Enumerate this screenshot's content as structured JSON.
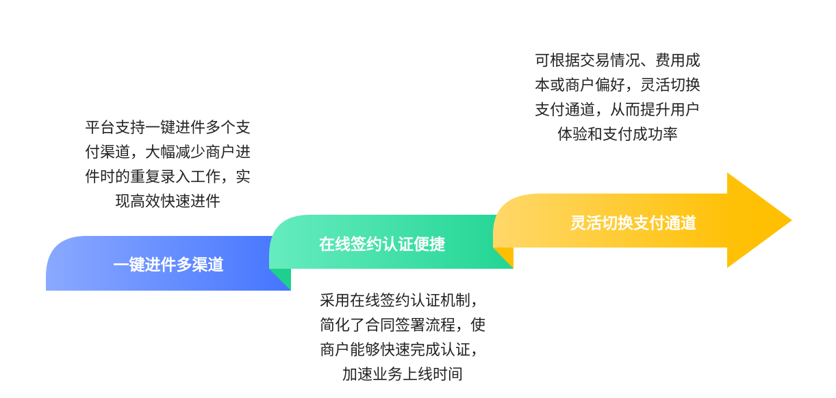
{
  "steps": [
    {
      "title": "一键进件多渠道",
      "description": [
        "平台支持一键进件多个支",
        "付渠道，大幅减少商户进",
        "件时的重复录入工作，实",
        "现高效快速进件"
      ],
      "color": "#4a7bff"
    },
    {
      "title": "在线签约认证便捷",
      "description": [
        "采用在线签约认证机制，",
        "简化了合同签署流程，使",
        "商户能够快速完成认证，",
        "加速业务上线时间"
      ],
      "color": "#2cd89a"
    },
    {
      "title": "灵活切换支付通道",
      "description": [
        "可根据交易情况、费用成",
        "本或商户偏好，灵活切换",
        "支付通道，从而提升用户",
        "体验和支付成功率"
      ],
      "color": "#ffbf00"
    }
  ]
}
